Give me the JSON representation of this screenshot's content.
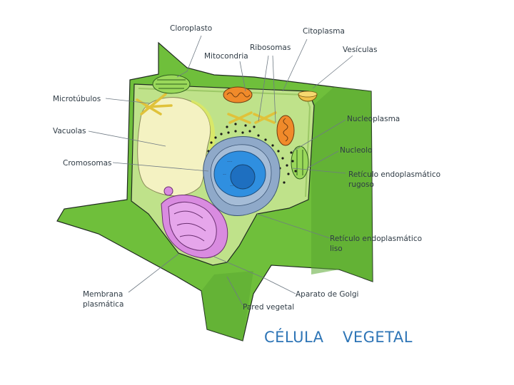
{
  "labels": {
    "cloroplasto": "Cloroplasto",
    "citoplasma": "Citoplasma",
    "ribosomas": "Ribosomas",
    "vesiculas": "Vesículas",
    "mitocondria": "Mitocondria",
    "microtubulos": "Microtúbulos",
    "vacuolas": "Vacuolas",
    "nucleoplasma": "Nucleoplasma",
    "nucleolo": "Nucleolo",
    "cromosomas": "Cromosomas",
    "reticulo_rugoso_1": "Retículo endoplasmático",
    "reticulo_rugoso_2": "rugoso",
    "reticulo_liso_1": "Retículo endoplasmático",
    "reticulo_liso_2": "liso",
    "membrana_1": "Membrana",
    "membrana_2": "plasmática",
    "aparato_golgi": "Aparato de Golgi",
    "pared_vegetal": "Pared vegetal"
  },
  "title": {
    "word1": "CÉLULA",
    "word2": "VEGETAL"
  },
  "colors": {
    "cell_wall": "#6fbf3b",
    "cytoplasm": "#bfe28a",
    "vacuole": "#f4f2c2",
    "nucleus_envelope": "#8fa9c9",
    "nucleoplasm": "#2f8fe0",
    "golgi": "#d98be0",
    "mitochondria": "#f08a2a",
    "chloroplast": "#9ad85a",
    "title": "#2e75b6"
  }
}
